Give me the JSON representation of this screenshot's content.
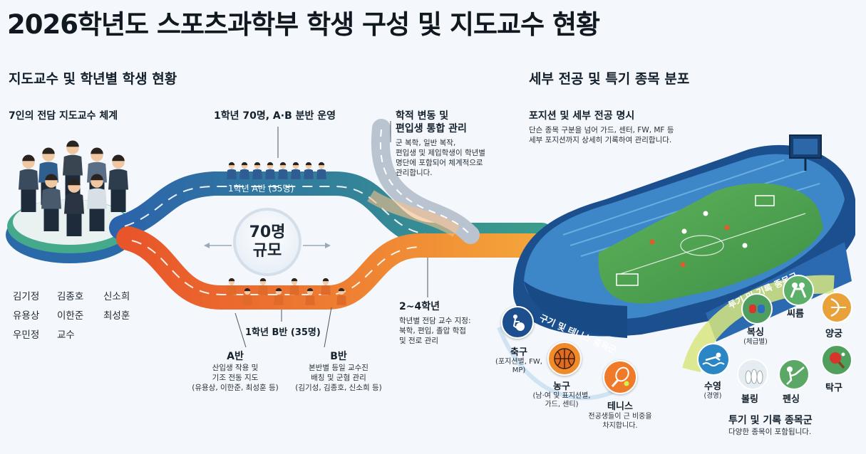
{
  "title": "2026학년도 스포츠과학부 학생 구성 및 지도교수 현황",
  "left_section": {
    "heading": "지도교수 및 학년별 학생 현황",
    "faculty_label": "7인의 전담 지도교수 체계",
    "faculty_names": [
      "김기정",
      "김종호",
      "신소희",
      "유용상",
      "이한준",
      "최성훈",
      "우민정",
      "교수"
    ],
    "year1_label": "1학년 70명, A·B 분반 운영",
    "class_a_pill": "1학년 A반 (35명)",
    "class_b_label": "1학년 B반 (35명)",
    "center_num": "70명",
    "center_word": "규모",
    "class_a_title": "A반",
    "class_a_desc": [
      "산입생 작용 및",
      "기조 전동 지도",
      "(유용상, 이한준, 최성훈 등)"
    ],
    "class_b_title": "B반",
    "class_b_desc": [
      "본반별 등일 교수진",
      "배칭 및 군혐 관리",
      "(김기성, 김종호, 신소희 등)"
    ],
    "transfer_title": [
      "학적 변동 및",
      "편입생 통합 관리"
    ],
    "transfer_desc": [
      "군 복학, 일반 복작,",
      "편입생 및 제입학생이 학년별",
      "명단에 포함되어 체계적으로",
      "관리합니다."
    ],
    "upper_title": "2~4학년",
    "upper_desc": [
      "학년별 전담 교수 지정:",
      "북학, 편입, 졸압 학접",
      "및 전로 관리"
    ]
  },
  "right_section": {
    "heading": "세부 전공 및 특기 종목 분포",
    "position_title": "포지션 및 세부 전공 명시",
    "position_desc": [
      "단슨 종목 구분을 넘어 가드, 센터, FW, MF 등",
      "세부 포지션까지 상세히 기록하여 관리합니다."
    ],
    "ball_band": "구기 및 테니스 종목군",
    "record_band": "투기 및 기록 종목군",
    "ball_sports": [
      {
        "name": "축구",
        "detail": [
          "(포지션별, FW,",
          "MP)"
        ],
        "icon": "soccer-icon"
      },
      {
        "name": "농구",
        "detail": [
          "(남·여 및 표지션별,",
          "가드, 센티)"
        ],
        "icon": "basketball-icon"
      },
      {
        "name": "테니스",
        "detail": [
          "전공생들이 근 비중을",
          "차지합니다."
        ],
        "icon": "tennis-icon"
      }
    ],
    "record_sports": [
      {
        "name": "씨름",
        "detail": "",
        "icon": "ssireum-icon"
      },
      {
        "name": "복싱",
        "detail": "(체급별)",
        "icon": "boxing-icon"
      },
      {
        "name": "양궁",
        "detail": "",
        "icon": "archery-icon"
      },
      {
        "name": "탁구",
        "detail": "",
        "icon": "table-tennis-icon"
      },
      {
        "name": "펜싱",
        "detail": "",
        "icon": "fencing-icon"
      },
      {
        "name": "볼링",
        "detail": "",
        "icon": "bowling-icon"
      },
      {
        "name": "수영",
        "detail": "(경영)",
        "icon": "swimming-icon"
      }
    ],
    "record_title": "투기 및 기록 종목군",
    "record_desc": "다양한 종목이 포함됩니다."
  },
  "colors": {
    "blue_path": "#2f6fb5",
    "green_path": "#3aa27a",
    "orange_path": "#ee7a2a",
    "stadium_blue": "#1f5fa8",
    "field_green": "#4aa356",
    "lime": "#cfe07a"
  }
}
